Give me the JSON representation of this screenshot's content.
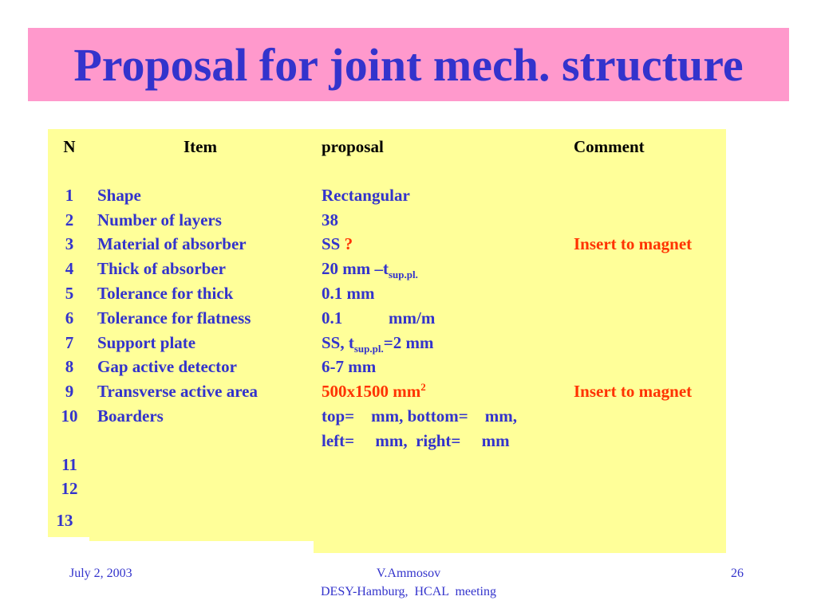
{
  "slide": {
    "title": "Proposal for joint mech. structure"
  },
  "colors": {
    "title_bg": "#ff99cc",
    "title_text": "#3333cc",
    "table_bg": "#ffff99",
    "value_text": "#3333cc",
    "highlight_text": "#ff3300",
    "header_text": "#000000"
  },
  "table": {
    "headers": {
      "n": "N",
      "item": "Item",
      "proposal": "proposal",
      "comment": "Comment"
    },
    "rows": [
      {
        "n": "1",
        "item": "Shape",
        "proposal": "Rectangular",
        "comment": ""
      },
      {
        "n": "2",
        "item": "Number of layers",
        "proposal": "38",
        "comment": ""
      },
      {
        "n": "3",
        "item": "Material of absorber",
        "proposal": "SS",
        "proposal_mark": "?",
        "comment": "Insert to magnet"
      },
      {
        "n": "4",
        "item": "Thick of absorber",
        "proposal": "20 mm –t",
        "proposal_sub": "sup.pl.",
        "comment": ""
      },
      {
        "n": "5",
        "item": "Tolerance for thick",
        "proposal": "0.1 mm",
        "comment": ""
      },
      {
        "n": "6",
        "item": "Tolerance for flatness",
        "proposal": "0.1           mm/m",
        "comment": ""
      },
      {
        "n": "7",
        "item": "Support plate",
        "proposal": "SS, t",
        "proposal_sub": "sup.pl.",
        "proposal_after": "=2 mm",
        "comment": ""
      },
      {
        "n": "8",
        "item": "Gap active detector",
        "proposal": "6-7 mm",
        "comment": ""
      },
      {
        "n": "9",
        "item": "Transverse active area",
        "proposal": "500x1500 mm",
        "proposal_sup": "2",
        "comment": "Insert to magnet"
      },
      {
        "n": "10",
        "item": "Boarders",
        "proposal": "top=    mm, bottom=    mm,",
        "proposal_line2": "left=     mm,  right=     mm",
        "comment": ""
      },
      {
        "n": "11",
        "item": "",
        "proposal": "",
        "comment": ""
      },
      {
        "n": "12",
        "item": "",
        "proposal": "",
        "comment": ""
      },
      {
        "n": "13",
        "item": "",
        "proposal": "",
        "comment": ""
      }
    ]
  },
  "footer": {
    "date": "July 2, 2003",
    "author": "V.Ammosov",
    "event": "DESY-Hamburg,  HCAL  meeting",
    "page": "26"
  }
}
